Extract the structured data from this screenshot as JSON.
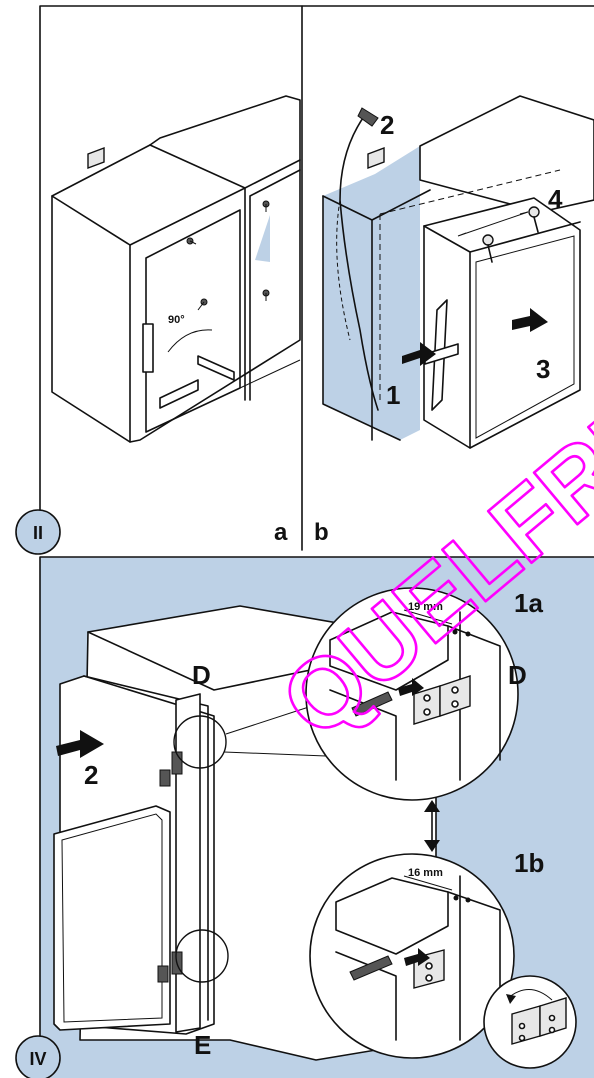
{
  "colors": {
    "panel_blue": "#bdd1e6",
    "watermark": "#ff00ff",
    "line": "#111111"
  },
  "sections": {
    "top": {
      "label": "II",
      "left_panel": {
        "label": "a",
        "angle": "90°"
      },
      "right_panel": {
        "label": "b",
        "steps": [
          "1",
          "2",
          "3",
          "4"
        ]
      }
    },
    "bottom": {
      "label": "IV",
      "step": "2",
      "hinge_upper": "D",
      "hinge_lower": "E",
      "detail_1a": {
        "label": "1a",
        "measure": "19 mm",
        "part": "D"
      },
      "detail_1b": {
        "label": "1b",
        "measure": "16 mm"
      }
    }
  },
  "watermark_text": "QUELFRIG"
}
